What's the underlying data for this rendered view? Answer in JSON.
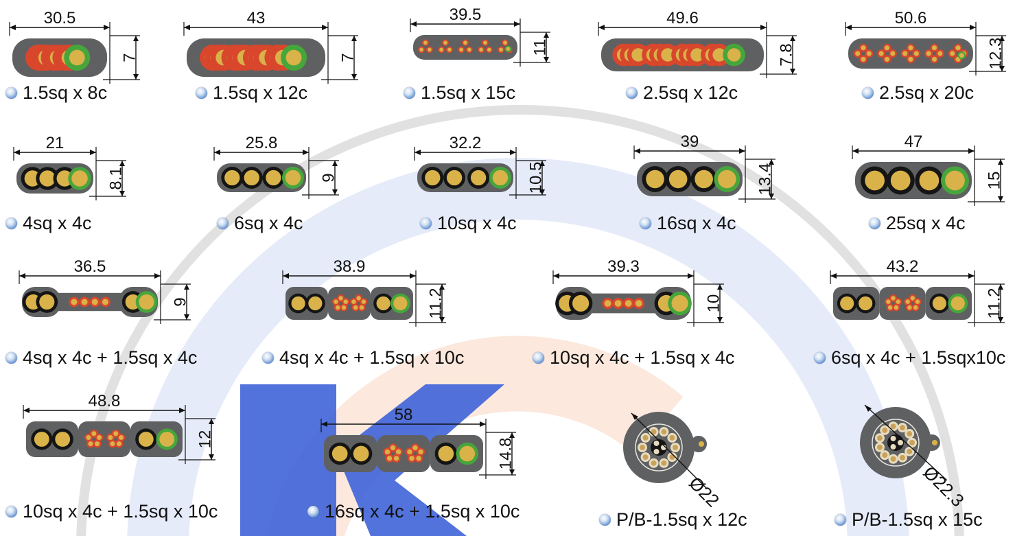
{
  "colors": {
    "jacket": "#5f6061",
    "conductor_copper": "#d9b24a",
    "insulation_black": "#151515",
    "insulation_red": "#d8462c",
    "earth_green": "#46a63c",
    "watermark_blue": "#3f63d8",
    "watermark_orange": "#f08e52",
    "watermark_gray": "#b9b9b9"
  },
  "cables": [
    {
      "label": "1.5sq x 8c",
      "width_dim": "30.5",
      "height_dim": "7",
      "cores": "small-8"
    },
    {
      "label": "1.5sq x 12c",
      "width_dim": "43",
      "height_dim": "7",
      "cores": "small-12"
    },
    {
      "label": "1.5sq x 15c",
      "width_dim": "39.5",
      "height_dim": "11",
      "cores": "cluster-15"
    },
    {
      "label": "2.5sq x 12c",
      "width_dim": "49.6",
      "height_dim": "7.8",
      "cores": "small-12"
    },
    {
      "label": "2.5sq x 20c",
      "width_dim": "50.6",
      "height_dim": "12.3",
      "cores": "cluster-20"
    },
    {
      "label": "4sq x 4c",
      "width_dim": "21",
      "height_dim": "8.1",
      "cores": "power-4"
    },
    {
      "label": "6sq x 4c",
      "width_dim": "25.8",
      "height_dim": "9",
      "cores": "power-4"
    },
    {
      "label": "10sq x 4c",
      "width_dim": "32.2",
      "height_dim": "10.5",
      "cores": "power-4"
    },
    {
      "label": "16sq x 4c",
      "width_dim": "39",
      "height_dim": "13.4",
      "cores": "power-4"
    },
    {
      "label": "25sq x 4c",
      "width_dim": "47",
      "height_dim": "15",
      "cores": "power-4"
    },
    {
      "label": "4sq x 4c + 1.5sq x 4c",
      "width_dim": "36.5",
      "height_dim": "9",
      "cores": "combo-bar"
    },
    {
      "label": "4sq x 4c + 1.5sq x 10c",
      "width_dim": "38.9",
      "height_dim": "11.2",
      "cores": "combo-cluster"
    },
    {
      "label": "10sq x 4c + 1.5sq x 4c",
      "width_dim": "39.3",
      "height_dim": "10",
      "cores": "combo-bar"
    },
    {
      "label": "6sq x 4c + 1.5sqx10c",
      "width_dim": "43.2",
      "height_dim": "11.2",
      "cores": "combo-cluster"
    },
    {
      "label": "10sq x 4c + 1.5sq x 10c",
      "width_dim": "48.8",
      "height_dim": "12",
      "cores": "combo-cluster"
    },
    {
      "label": "16sq x 4c + 1.5sq x 10c",
      "width_dim": "58",
      "height_dim": "14.8",
      "cores": "combo-cluster"
    },
    {
      "label": "P/B-1.5sq x 12c",
      "diameter_dim": "Ø22",
      "cores": "round-12"
    },
    {
      "label": "P/B-1.5sq x 15c",
      "diameter_dim": "Ø22.3",
      "cores": "round-15"
    }
  ]
}
